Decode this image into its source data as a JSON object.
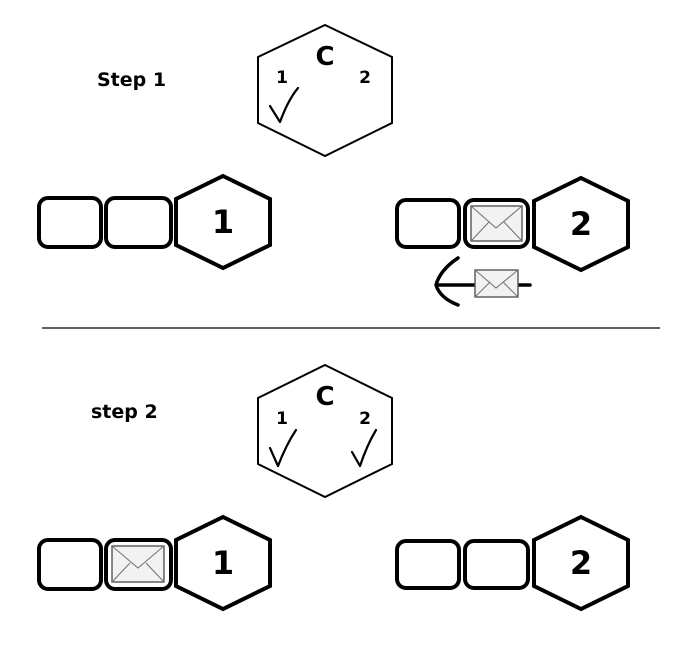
{
  "step1": {
    "label": "Step 1",
    "coordinator": {
      "letter": "C",
      "p1": "1",
      "p2": "2",
      "p1_ack": true,
      "p2_ack": false
    },
    "left_participant": {
      "id": "1",
      "envelope_in_queue": false
    },
    "right_participant": {
      "id": "2",
      "envelope_in_queue": true,
      "outgoing_message": true
    }
  },
  "step2": {
    "label": "step 2",
    "coordinator": {
      "letter": "C",
      "p1": "1",
      "p2": "2",
      "p1_ack": true,
      "p2_ack": true
    },
    "left_participant": {
      "id": "1",
      "envelope_in_queue": true
    },
    "right_participant": {
      "id": "2",
      "envelope_in_queue": false
    }
  },
  "icons": {
    "ack": "checkmark-icon",
    "message": "envelope-icon",
    "direction": "arrow-left-icon"
  },
  "colors": {
    "stroke": "#000000",
    "background": "#ffffff",
    "envelope": "#f2f2f2"
  }
}
